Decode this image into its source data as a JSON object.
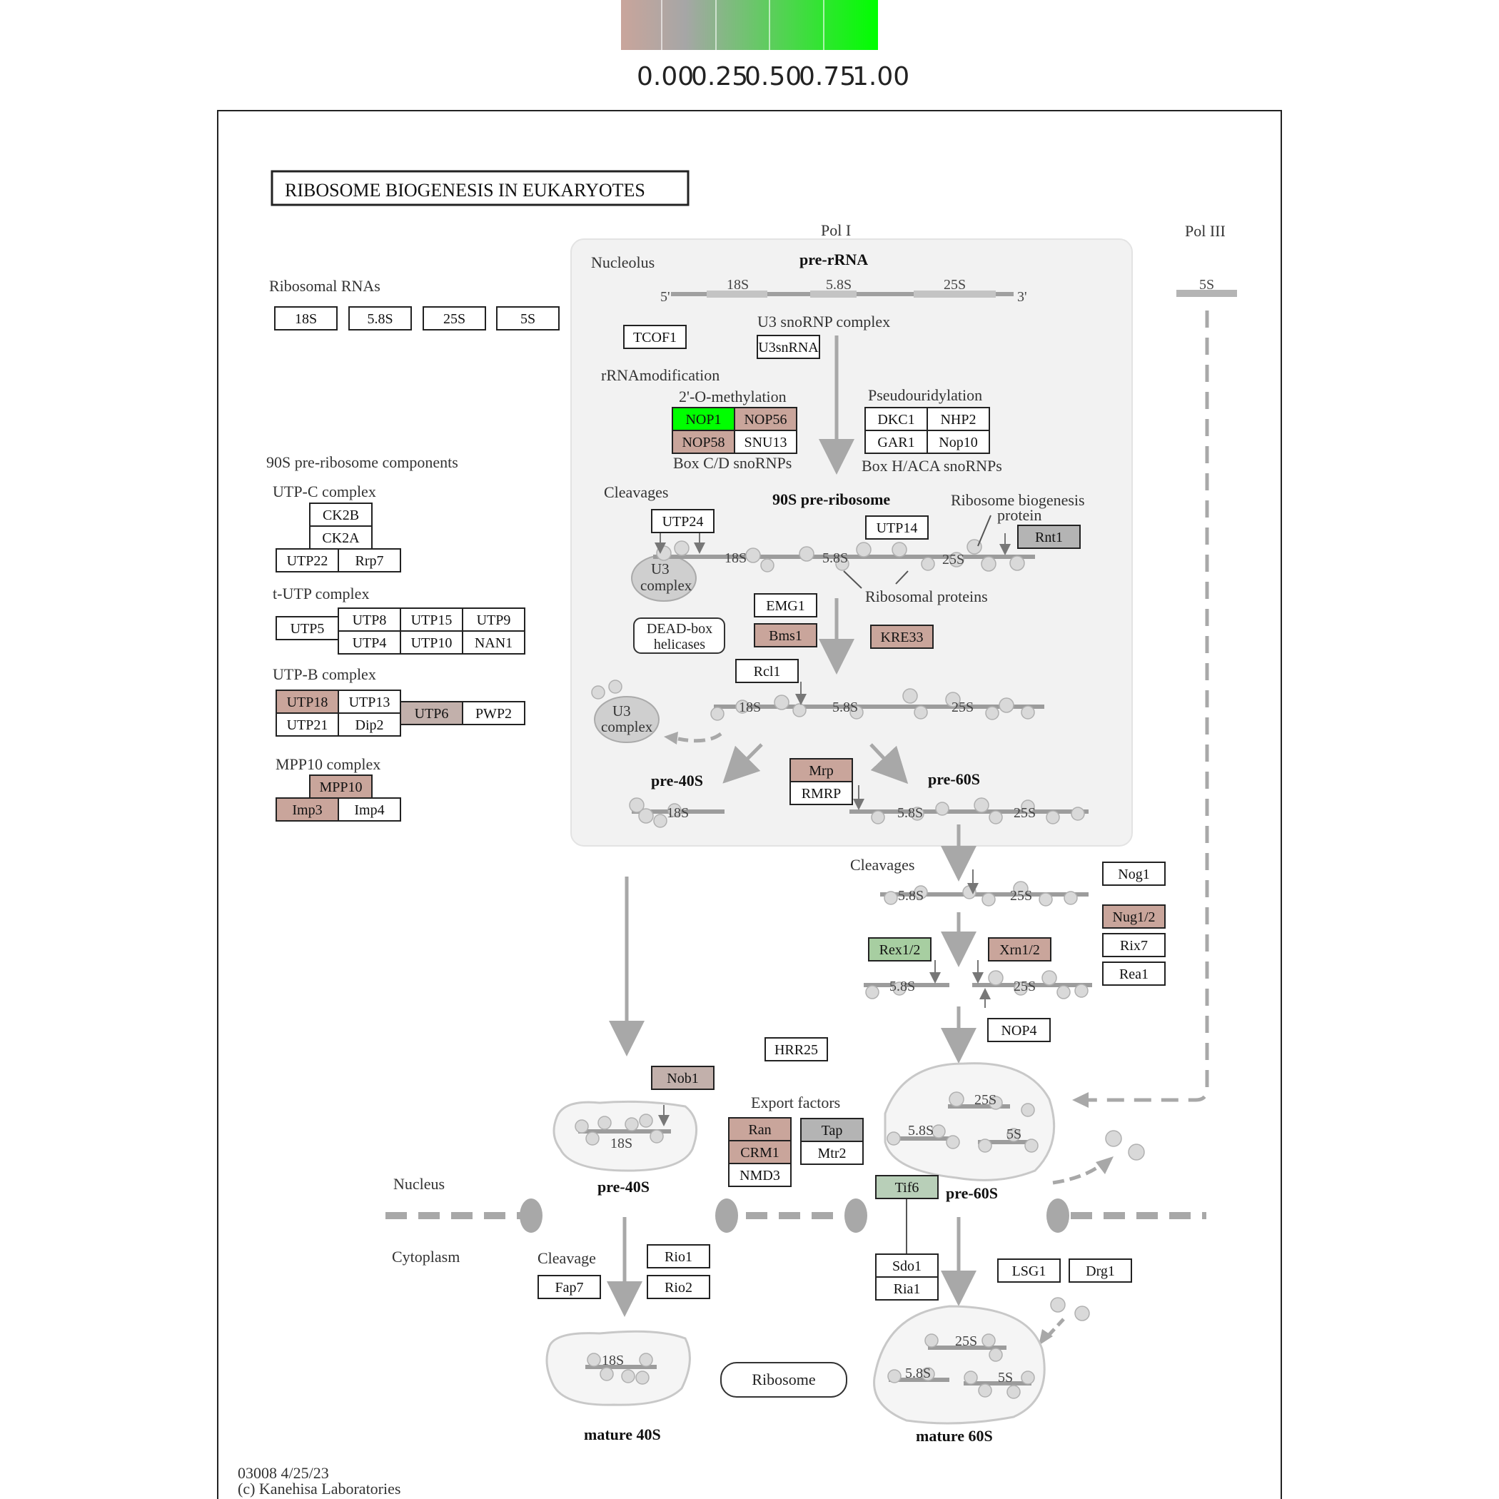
{
  "legend": {
    "ticks": [
      "0.00",
      "0.25",
      "0.50",
      "0.75",
      "1.00"
    ],
    "colors": {
      "low": "#c9a59b",
      "mid": "#a6a6a6",
      "high": "#00ff00"
    }
  },
  "title": "RIBOSOME  BIOGENESIS  IN  EUKARYOTES",
  "footer": {
    "id_date": "03008 4/25/23",
    "copyright": "(c) Kanehisa Laboratories"
  },
  "colors": {
    "white": "#ffffff",
    "brown": "#c9a59b",
    "grey": "#b4b4b4",
    "grey_brown": "#c2b0ab",
    "light_green": "#a7cea1",
    "pale_green": "#b8cfb8",
    "bright_green": "#00ff00"
  },
  "regions": {
    "nucleolus": "Nucleolus",
    "nucleus": "Nucleus",
    "cytoplasm": "Cytoplasm",
    "pol1": "Pol I",
    "pol3": "Pol III"
  },
  "labels": {
    "ribosomal_rnas": "Ribosomal RNAs",
    "pre90s_components": "90S pre-ribosome components",
    "utpc": "UTP-C complex",
    "tutp": "t-UTP complex",
    "utpb": "UTP-B complex",
    "mpp10": "MPP10 complex",
    "pre_rrna": "pre-rRNA",
    "u3_snrnp": "U3 snoRNP  complex",
    "rrna_mod": "rRNAmodification",
    "methylation": "2'-O-methylation",
    "pseudo": "Pseudouridylation",
    "boxcd": "Box C/D snoRNPs",
    "boxhaca": "Box H/ACA snoRNPs",
    "cleavages1": "Cleavages",
    "pre90s": "90S pre-ribosome",
    "rbp1": "Ribosome biogenesis",
    "rbp2": "protein",
    "ribosomal_proteins": "Ribosomal proteins",
    "dead1": "DEAD-box",
    "dead2": "helicases",
    "u3a": "U3",
    "u3b": "complex",
    "pre40s": "pre-40S",
    "pre60s": "pre-60S",
    "cleavages2": "Cleavages",
    "export": "Export factors",
    "pre40s_b": "pre-40S",
    "pre60s_b": "pre-60S",
    "cleavage3": "Cleavage",
    "ribosome": "Ribosome",
    "mature40s": "mature 40S",
    "mature60s": "mature 60S",
    "five": "5'",
    "three": "3'"
  },
  "rna": {
    "s18": "18S",
    "s58": "5.8S",
    "s25": "25S",
    "s5": "5S"
  },
  "genes": [
    {
      "id": "rr_18s",
      "label": "18S",
      "color": "white"
    },
    {
      "id": "rr_58s",
      "label": "5.8S",
      "color": "white"
    },
    {
      "id": "rr_25s",
      "label": "25S",
      "color": "white"
    },
    {
      "id": "rr_5s",
      "label": "5S",
      "color": "white"
    },
    {
      "id": "ck2b",
      "label": "CK2B",
      "color": "white"
    },
    {
      "id": "ck2a",
      "label": "CK2A",
      "color": "white"
    },
    {
      "id": "utp22",
      "label": "UTP22",
      "color": "white"
    },
    {
      "id": "rrp7",
      "label": "Rrp7",
      "color": "white"
    },
    {
      "id": "utp5",
      "label": "UTP5",
      "color": "white"
    },
    {
      "id": "utp8",
      "label": "UTP8",
      "color": "white"
    },
    {
      "id": "utp15",
      "label": "UTP15",
      "color": "white"
    },
    {
      "id": "utp9",
      "label": "UTP9",
      "color": "white"
    },
    {
      "id": "utp4",
      "label": "UTP4",
      "color": "white"
    },
    {
      "id": "utp10",
      "label": "UTP10",
      "color": "white"
    },
    {
      "id": "nan1",
      "label": "NAN1",
      "color": "white"
    },
    {
      "id": "utp18",
      "label": "UTP18",
      "color": "brown"
    },
    {
      "id": "utp13",
      "label": "UTP13",
      "color": "white"
    },
    {
      "id": "utp21",
      "label": "UTP21",
      "color": "white"
    },
    {
      "id": "dip2",
      "label": "Dip2",
      "color": "white"
    },
    {
      "id": "utp6",
      "label": "UTP6",
      "color": "grey_brown"
    },
    {
      "id": "pwp2",
      "label": "PWP2",
      "color": "white"
    },
    {
      "id": "mpp10",
      "label": "MPP10",
      "color": "brown"
    },
    {
      "id": "imp3",
      "label": "Imp3",
      "color": "brown"
    },
    {
      "id": "imp4",
      "label": "Imp4",
      "color": "white"
    },
    {
      "id": "tcof1",
      "label": "TCOF1",
      "color": "white"
    },
    {
      "id": "u3snrna",
      "label": "U3snRNA",
      "color": "white"
    },
    {
      "id": "nop1",
      "label": "NOP1",
      "color": "bright_green"
    },
    {
      "id": "nop56",
      "label": "NOP56",
      "color": "brown"
    },
    {
      "id": "nop58",
      "label": "NOP58",
      "color": "brown"
    },
    {
      "id": "snu13",
      "label": "SNU13",
      "color": "white"
    },
    {
      "id": "dkc1",
      "label": "DKC1",
      "color": "white"
    },
    {
      "id": "nhp2",
      "label": "NHP2",
      "color": "white"
    },
    {
      "id": "gar1",
      "label": "GAR1",
      "color": "white"
    },
    {
      "id": "nop10",
      "label": "Nop10",
      "color": "white"
    },
    {
      "id": "utp24",
      "label": "UTP24",
      "color": "white"
    },
    {
      "id": "utp14",
      "label": "UTP14",
      "color": "white"
    },
    {
      "id": "rnt1",
      "label": "Rnt1",
      "color": "grey"
    },
    {
      "id": "emg1",
      "label": "EMG1",
      "color": "white"
    },
    {
      "id": "bms1",
      "label": "Bms1",
      "color": "brown"
    },
    {
      "id": "kre33",
      "label": "KRE33",
      "color": "brown"
    },
    {
      "id": "rcl1",
      "label": "Rcl1",
      "color": "white"
    },
    {
      "id": "mrp",
      "label": "Mrp",
      "color": "brown"
    },
    {
      "id": "rmrp",
      "label": "RMRP",
      "color": "white"
    },
    {
      "id": "nog1",
      "label": "Nog1",
      "color": "white"
    },
    {
      "id": "nug12",
      "label": "Nug1/2",
      "color": "brown"
    },
    {
      "id": "rix7",
      "label": "Rix7",
      "color": "white"
    },
    {
      "id": "rea1",
      "label": "Rea1",
      "color": "white"
    },
    {
      "id": "rex12",
      "label": "Rex1/2",
      "color": "light_green"
    },
    {
      "id": "xrn12",
      "label": "Xrn1/2",
      "color": "brown"
    },
    {
      "id": "nop4",
      "label": "NOP4",
      "color": "white"
    },
    {
      "id": "hrr25",
      "label": "HRR25",
      "color": "white"
    },
    {
      "id": "nob1",
      "label": "Nob1",
      "color": "grey_brown"
    },
    {
      "id": "ran",
      "label": "Ran",
      "color": "brown"
    },
    {
      "id": "crm1",
      "label": "CRM1",
      "color": "brown"
    },
    {
      "id": "nmd3",
      "label": "NMD3",
      "color": "white"
    },
    {
      "id": "tap",
      "label": "Tap",
      "color": "grey"
    },
    {
      "id": "mtr2",
      "label": "Mtr2",
      "color": "white"
    },
    {
      "id": "tif6",
      "label": "Tif6",
      "color": "pale_green"
    },
    {
      "id": "rio1",
      "label": "Rio1",
      "color": "white"
    },
    {
      "id": "rio2",
      "label": "Rio2",
      "color": "white"
    },
    {
      "id": "fap7",
      "label": "Fap7",
      "color": "white"
    },
    {
      "id": "sdo1",
      "label": "Sdo1",
      "color": "white"
    },
    {
      "id": "ria1",
      "label": "Ria1",
      "color": "white"
    },
    {
      "id": "lsg1",
      "label": "LSG1",
      "color": "white"
    },
    {
      "id": "drg1",
      "label": "Drg1",
      "color": "white"
    }
  ]
}
